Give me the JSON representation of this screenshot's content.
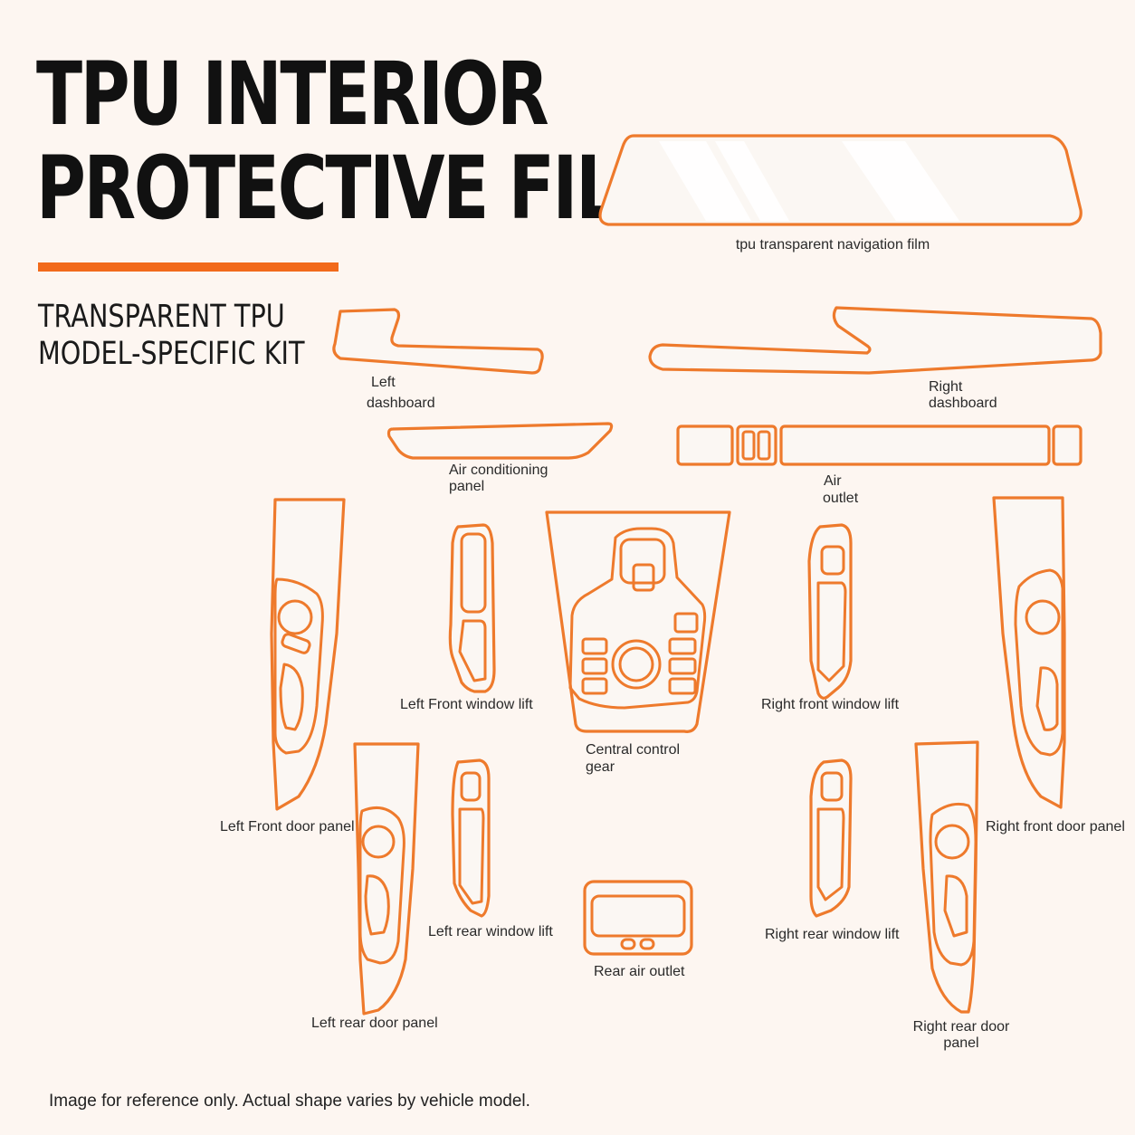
{
  "title": {
    "line1": "TPU INTERIOR",
    "line2": "PROTECTIVE FILM"
  },
  "subtitle": {
    "line1": "TRANSPARENT TPU",
    "line2": "MODEL-SPECIFIC KIT"
  },
  "colors": {
    "accent": "#f26a1b",
    "outline": "#ee7a2c",
    "background": "#fdf6f1",
    "film": "#fbf7f3"
  },
  "parts": {
    "navigation_film": "tpu transparent navigation film",
    "left_dashboard": {
      "line1": "Left",
      "line2": "dashboard"
    },
    "right_dashboard": {
      "line1": "Right",
      "line2": "dashboard"
    },
    "air_conditioning_panel": {
      "line1": "Air conditioning",
      "line2": "panel"
    },
    "air_outlet": {
      "line1": "Air",
      "line2": "outlet"
    },
    "left_front_window_lift": "Left Front window lift",
    "right_front_window_lift": "Right front window lift",
    "central_control_gear": {
      "line1": "Central control",
      "line2": "gear"
    },
    "left_front_door_panel": "Left Front door panel",
    "right_front_door_panel": "Right front door panel",
    "left_rear_window_lift": "Left rear window lift",
    "right_rear_window_lift": "Right rear window lift",
    "rear_air_outlet": "Rear air outlet",
    "left_rear_door_panel": "Left rear door panel",
    "right_rear_door_panel": {
      "line1": "Right rear door",
      "line2": "panel"
    }
  },
  "footnote": "Image for reference only. Actual shape varies by vehicle model."
}
